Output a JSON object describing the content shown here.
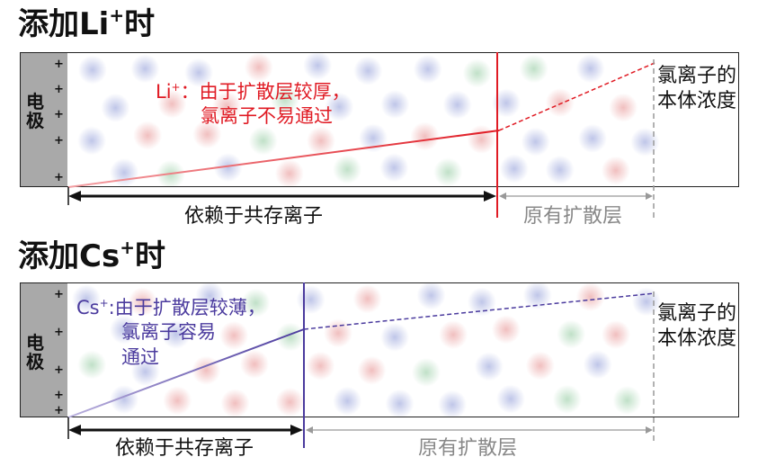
{
  "panels": [
    {
      "title_main": "添加Li",
      "title_sup": "+",
      "title_tail": "时",
      "electrode_label": "电极",
      "plus_signs": [
        "+",
        "+",
        "+",
        "+",
        "+"
      ],
      "note_ion": "Li",
      "note_sup": "+",
      "note_line1": "：由于扩散层较厚，",
      "note_line2": "氯离子不易通过",
      "concentration_label": "氯离子的本体浓度",
      "coexist_label": "依赖于共存离子",
      "original_label": "原有扩散层",
      "accent_color": "#e01b24"
    },
    {
      "title_main": "添加Cs",
      "title_sup": "+",
      "title_tail": "时",
      "electrode_label": "电极",
      "plus_signs": [
        "+",
        "+",
        "+",
        "+",
        "+"
      ],
      "note_ion": "Cs",
      "note_sup": "+",
      "note_line1": ":由于扩散层较薄，",
      "note_line2": "氯离子容易",
      "note_line3": "通过",
      "concentration_label": "氯离子的本体浓度",
      "coexist_label": "依赖于共存离子",
      "original_label": "原有扩散层",
      "accent_color": "#4b3b9e"
    }
  ]
}
